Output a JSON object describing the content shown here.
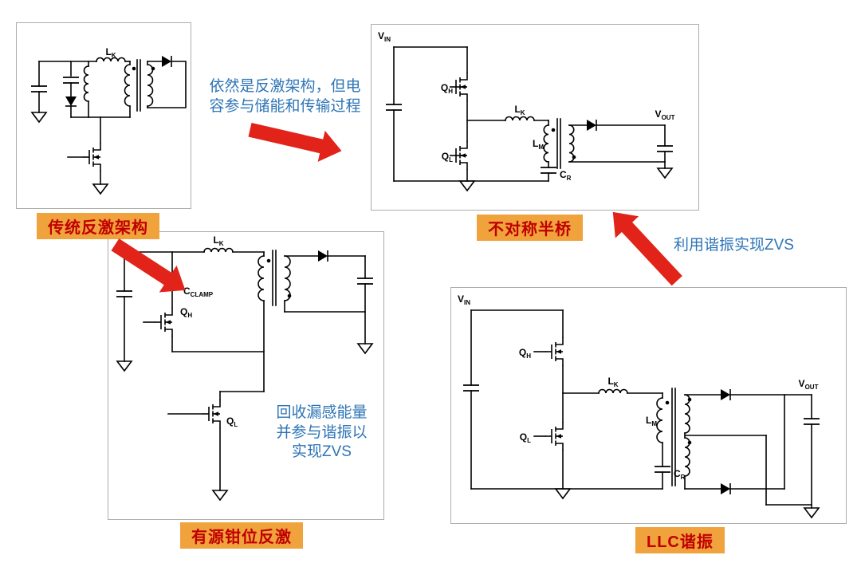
{
  "colors": {
    "arrow_red": "#e2231a",
    "note_blue": "#2e75b6",
    "badge_bg": "#f0a23c",
    "badge_text": "#c00000",
    "wire": "#000000",
    "box_border": "#adadad"
  },
  "badges": {
    "flyback": "传统反激架构",
    "half_bridge": "不对称半桥",
    "active_clamp": "有源钳位反激",
    "llc": "LLC谐振"
  },
  "notes": {
    "evolve_line1": "依然是反激架构，但电",
    "evolve_line2": "容参与储能和传输过程",
    "zvs": "利用谐振实现ZVS",
    "clamp_line1": "回收漏感能量",
    "clamp_line2": "并参与谐振以",
    "clamp_line3": "实现ZVS"
  },
  "labels": {
    "vin": {
      "m": "V",
      "s": "IN"
    },
    "vout": {
      "m": "V",
      "s": "OUT"
    },
    "qh": {
      "m": "Q",
      "s": "H"
    },
    "ql": {
      "m": "Q",
      "s": "L"
    },
    "lk": {
      "m": "L",
      "s": "K"
    },
    "lm": {
      "m": "L",
      "s": "M"
    },
    "cr": {
      "m": "C",
      "s": "R"
    },
    "cclamp": {
      "m": "C",
      "s": "CLAMP"
    }
  }
}
